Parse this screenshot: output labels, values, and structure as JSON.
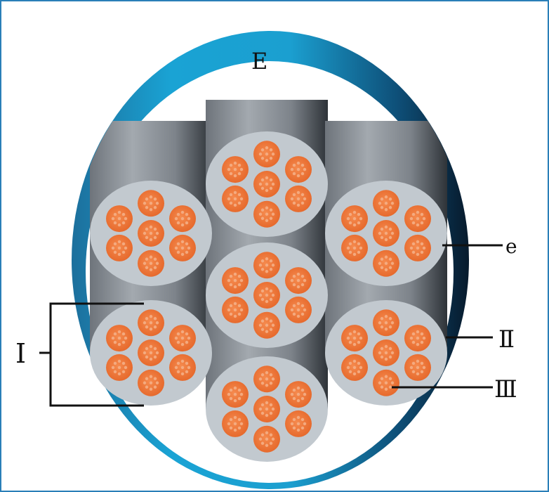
{
  "labels": {
    "outer_sheath": "E",
    "bundle": "Ⅰ",
    "sub_bundle_sheath": "Ⅱ",
    "fiber": "Ⅲ",
    "filler": "e"
  },
  "colors": {
    "sheath_blue": "#1b9fd0",
    "sheath_dark": "#0b2a44",
    "tube_gray": "#8f959c",
    "face_gray": "#c2c9cf",
    "fiber_orange": "#f07b3c",
    "fiber_spot": "#f4b189",
    "frame_border": "#2a7fb8"
  }
}
